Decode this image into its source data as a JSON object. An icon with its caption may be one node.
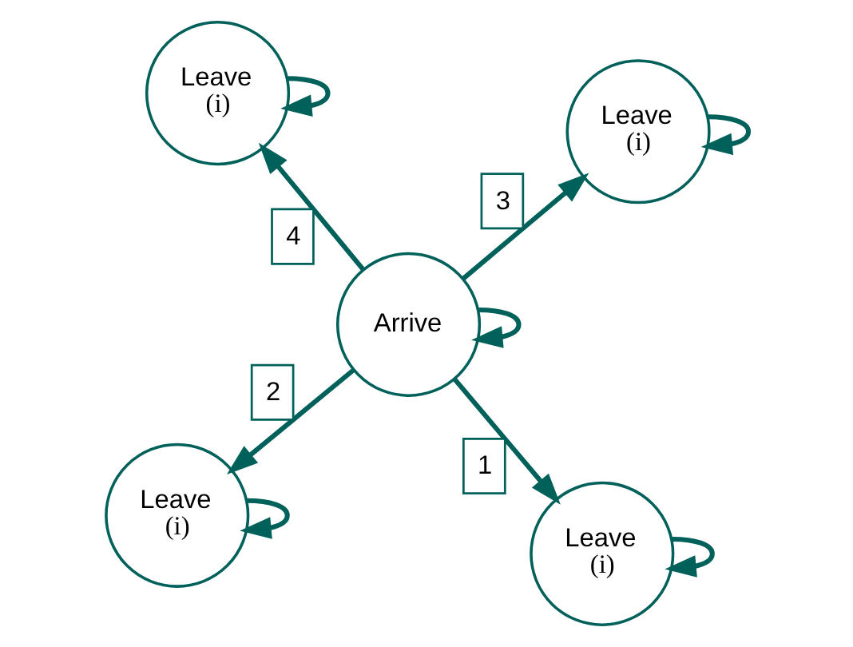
{
  "diagram": {
    "nodes": [
      {
        "text": [
          "Leave",
          "(i)"
        ]
      },
      {
        "text": [
          "Leave",
          "(i)"
        ]
      },
      {
        "text": [
          "Arrive"
        ]
      },
      {
        "text": [
          "Leave",
          "(i)"
        ]
      },
      {
        "text": [
          "Leave",
          "(i)"
        ]
      }
    ],
    "edges": [
      {
        "from": 0,
        "to": 0,
        "arrow": "to"
      },
      {
        "from": 1,
        "to": 1,
        "arrow": "to"
      },
      {
        "from": 2,
        "to": 2,
        "arrow": "to"
      },
      {
        "from": 3,
        "to": 3,
        "arrow": "to"
      },
      {
        "from": 4,
        "to": 4,
        "arrow": "to"
      },
      {
        "from": 2,
        "to": 1,
        "arrow": "to",
        "label": "1"
      },
      {
        "from": 2,
        "to": 0,
        "arrow": "to",
        "label": "2"
      },
      {
        "from": 2,
        "to": 4,
        "arrow": "to",
        "label": "3"
      },
      {
        "from": 2,
        "to": 3,
        "arrow": "to",
        "label": "4"
      }
    ]
  }
}
